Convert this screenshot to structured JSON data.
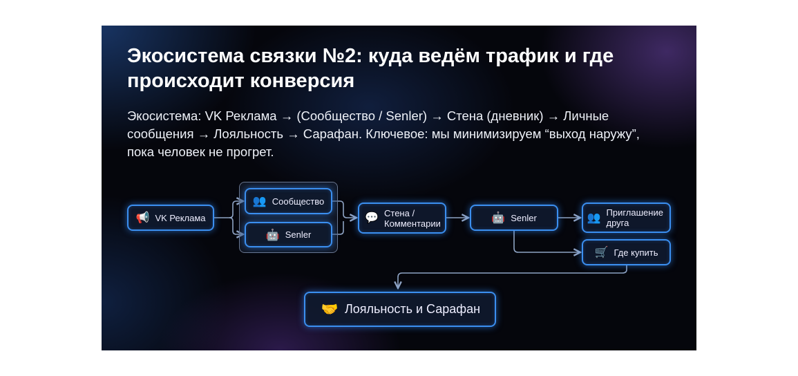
{
  "title": "Экосистема связки №2: куда ведём трафик и где происходит конверсия",
  "subtitle": "Экосистема: VK Реклама → (Сообщество / Senler) → Стена (дневник) → Личные сообщения → Лояльность → Сарафан. Ключевое: мы минимизируем “выход наружу”, пока человек не прогрет.",
  "nodes": {
    "vk": "VK Реклама",
    "community": "Сообщество",
    "senler1": "Senler",
    "wall": "Стена / Комментарии",
    "senler2": "Senler",
    "invite": "Приглашение друга",
    "buy": "Где купить",
    "loyalty": "Лояльность и Сарафан"
  },
  "colors": {
    "accent": "#3b8ff0",
    "line": "#8ea3c4"
  }
}
